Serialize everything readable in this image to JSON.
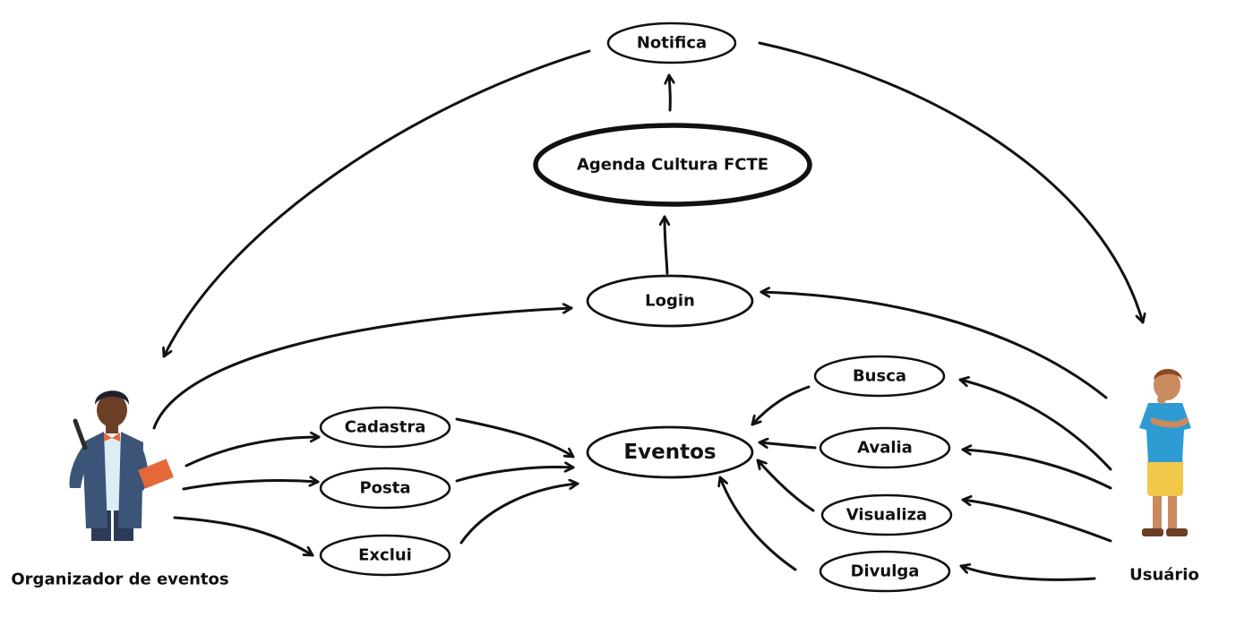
{
  "diagram": {
    "nodes": {
      "notifica": "Notifica",
      "agenda": "Agenda Cultura FCTE",
      "login": "Login",
      "eventos": "Eventos",
      "cadastra": "Cadastra",
      "posta": "Posta",
      "exclui": "Exclui",
      "busca": "Busca",
      "avalia": "Avalia",
      "visualiza": "Visualiza",
      "divulga": "Divulga"
    },
    "actors": {
      "organizador": "Organizador de eventos",
      "usuario": "Usuário"
    }
  },
  "colors": {
    "stroke": "#111111",
    "background": "#ffffff",
    "organizer_suit": "#3b5478",
    "organizer_shirt": "#dbeef6",
    "organizer_bowtie": "#e4683a",
    "organizer_clipboard": "#e4683a",
    "user_shirt": "#2f9bd3",
    "user_shorts": "#f2c84b",
    "skin_dark": "#6b3f26",
    "skin_light": "#c88a5e"
  },
  "icons": [
    "organizer-person-icon",
    "user-person-icon"
  ]
}
